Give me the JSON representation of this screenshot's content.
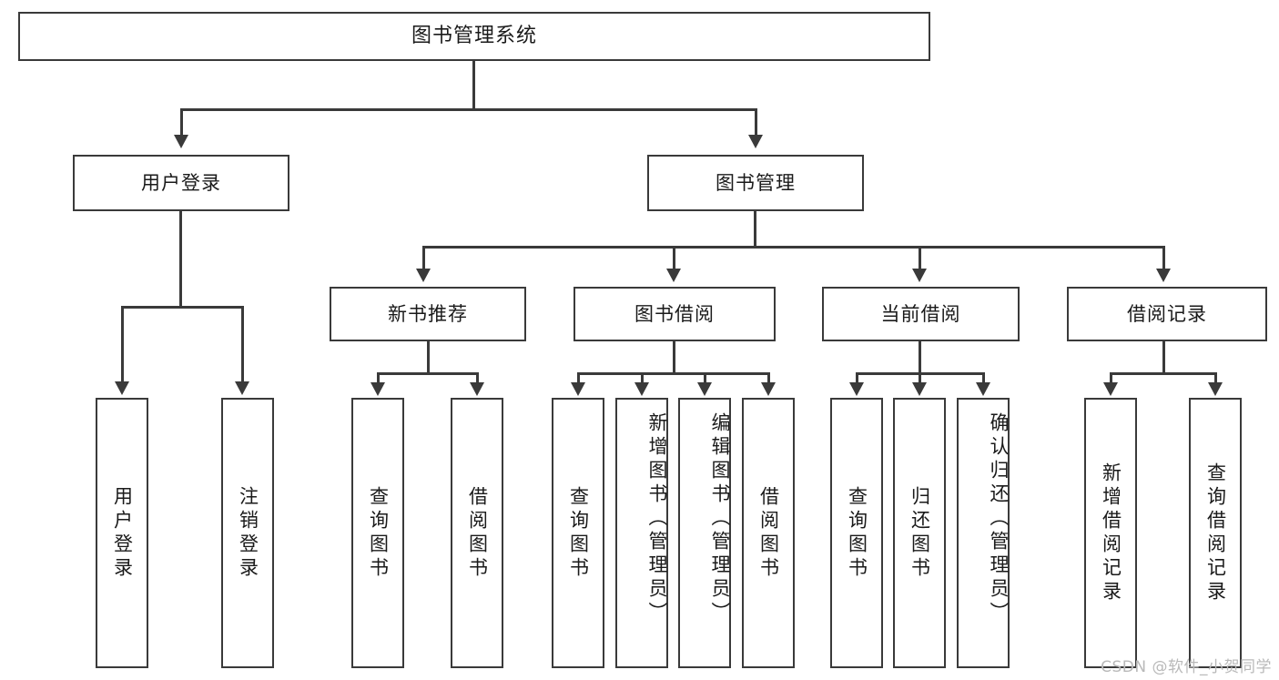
{
  "diagram": {
    "title": "图书管理系统",
    "type": "tree",
    "watermark": "CSDN @软件_小贺同学",
    "levels": {
      "root": {
        "label": "图书管理系统"
      },
      "level2": [
        {
          "label": "用户登录"
        },
        {
          "label": "图书管理"
        }
      ],
      "level3": [
        {
          "label": "新书推荐"
        },
        {
          "label": "图书借阅"
        },
        {
          "label": "当前借阅"
        },
        {
          "label": "借阅记录"
        }
      ],
      "leaves": {
        "user_login": [
          {
            "label": "用户登录"
          },
          {
            "label": "注销登录"
          }
        ],
        "new_book_recommend": [
          {
            "label": "查询图书"
          },
          {
            "label": "借阅图书"
          }
        ],
        "book_borrow": [
          {
            "label": "查询图书"
          },
          {
            "label": "新增图书（管理员）"
          },
          {
            "label": "编辑图书（管理员）"
          },
          {
            "label": "借阅图书"
          }
        ],
        "current_borrow": [
          {
            "label": "查询图书"
          },
          {
            "label": "归还图书"
          },
          {
            "label": "确认归还（管理员）"
          }
        ],
        "borrow_record": [
          {
            "label": "新增借阅记录"
          },
          {
            "label": "查询借阅记录"
          }
        ]
      }
    }
  },
  "colors": {
    "stroke": "#3a3a3a",
    "fill": "#ffffff",
    "text": "#1a1a1a",
    "watermark": "#b9b9b9"
  }
}
